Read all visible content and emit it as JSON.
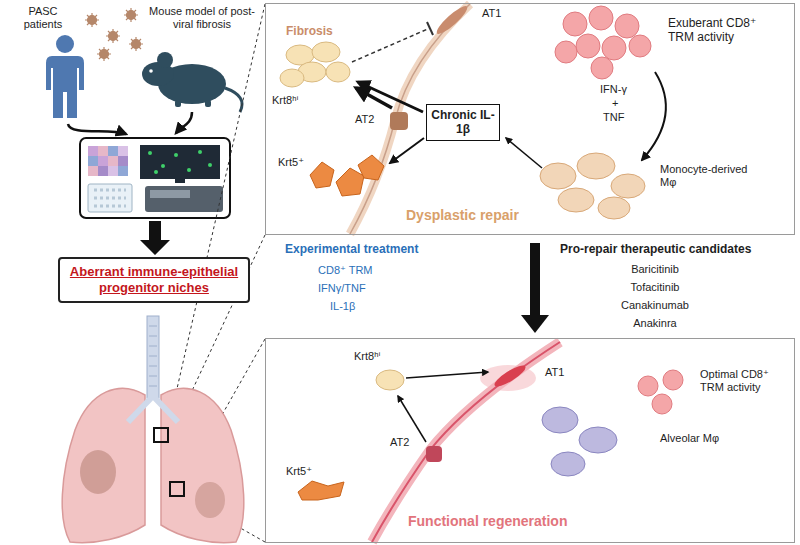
{
  "diagram": {
    "nodes": [
      {
        "text": [
          "Aberrant immune-epithelial progenitor niches"
        ]
      },
      {
        "text": [
          "Dysplastic repair"
        ]
      },
      {
        "text": [
          "Chronic IL-1β"
        ],
        "in": 1
      },
      {
        "text": [
          "Functional regeneration"
        ]
      }
    ],
    "edges": [
      {
        "from": 1,
        "to": 3,
        "arrow": "to"
      }
    ],
    "labels": [
      "PASC patients",
      "Mouse model of post-viral fibrosis",
      "Fibrosis",
      "AT1",
      "Krt8ʰⁱ",
      "AT2",
      "Krt5⁺",
      "Exuberant CD8⁺ TRM activity",
      "IFN-γ",
      "+",
      "TNF",
      "Monocyte-derived Mφ",
      "Experimental treatment",
      "CD8⁺ TRM",
      "IFNγ/TNF",
      "IL-1β",
      "Pro-repair therapeutic candidates",
      "Baricitinib",
      "Tofacitinib",
      "Canakinumab",
      "Anakinra",
      "Krt8ʰⁱ",
      "AT1",
      "Optimal CD8⁺ TRM activity",
      "AT2",
      "Alveolar Mφ",
      "Krt5⁺"
    ]
  }
}
